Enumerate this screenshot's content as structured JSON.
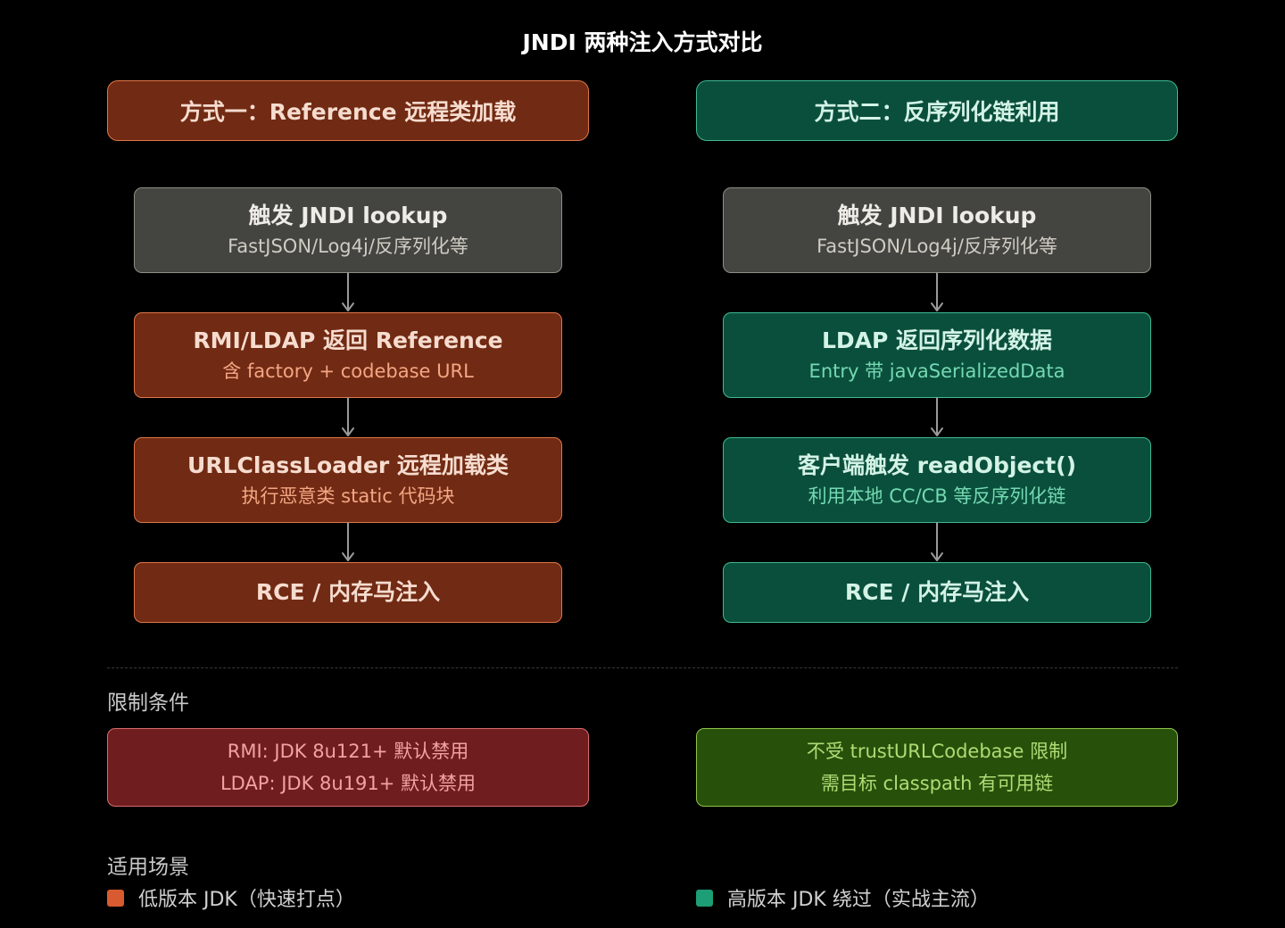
{
  "title": "JNDI 两种注入方式对比",
  "left": {
    "header": "方式一：Reference 远程类加载",
    "steps": [
      {
        "main": "触发 JNDI lookup",
        "sub": "FastJSON/Log4j/反序列化等"
      },
      {
        "main": "RMI/LDAP 返回 Reference",
        "sub": "含 factory + codebase URL"
      },
      {
        "main": "URLClassLoader 远程加载类",
        "sub": "执行恶意类 static 代码块"
      },
      {
        "main": "RCE / 内存马注入",
        "sub": ""
      }
    ]
  },
  "right": {
    "header": "方式二：反序列化链利用",
    "steps": [
      {
        "main": "触发 JNDI lookup",
        "sub": "FastJSON/Log4j/反序列化等"
      },
      {
        "main": "LDAP 返回序列化数据",
        "sub": "Entry 带 javaSerializedData"
      },
      {
        "main": "客户端触发 readObject()",
        "sub": "利用本地 CC/CB 等反序列化链"
      },
      {
        "main": "RCE / 内存马注入",
        "sub": ""
      }
    ]
  },
  "limits": {
    "label": "限制条件",
    "left": [
      "RMI: JDK 8u121+ 默认禁用",
      "LDAP: JDK 8u191+ 默认禁用"
    ],
    "right": [
      "不受 trustURLCodebase 限制",
      "需目标 classpath 有可用链"
    ]
  },
  "scenarios": {
    "label": "适用场景",
    "left": {
      "text": "低版本 JDK（快速打点）",
      "color": "#d85a30"
    },
    "right": {
      "text": "高版本 JDK 绕过（实战主流）",
      "color": "#1d9e75"
    }
  },
  "colors": {
    "arrow": "#9a9a9a"
  }
}
